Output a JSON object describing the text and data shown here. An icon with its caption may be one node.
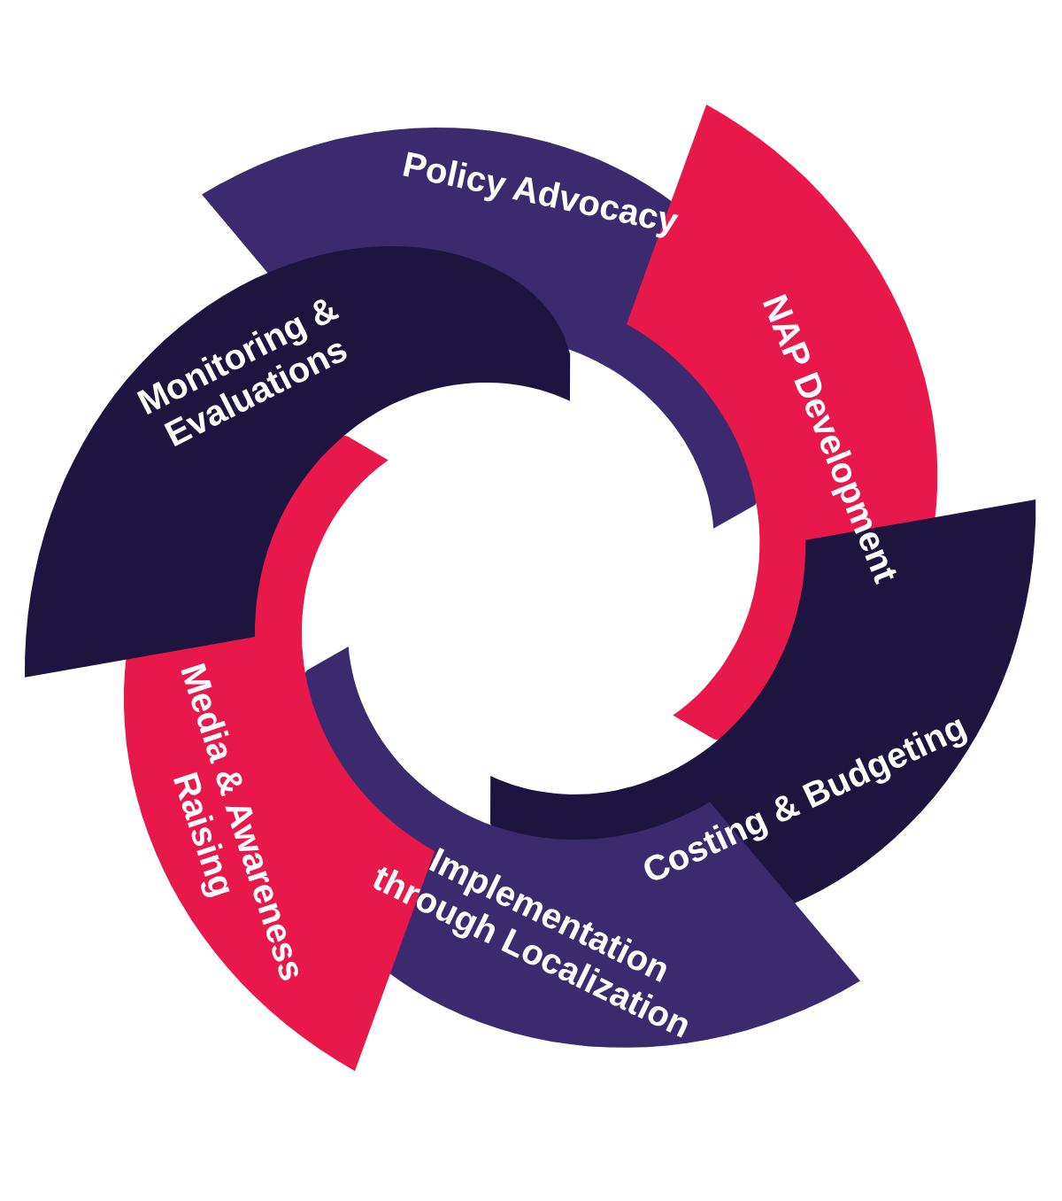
{
  "diagram": {
    "nodes": [
      {
        "text": [
          "Policy Advocacy"
        ]
      },
      {
        "text": [
          "NAP Development"
        ]
      },
      {
        "text": [
          "Costing & Budgeting"
        ]
      },
      {
        "text": [
          "Implementation through Localization"
        ]
      },
      {
        "text": [
          "Media & Awareness Raising"
        ]
      },
      {
        "text": [
          "Monitoring & Evaluations"
        ]
      }
    ]
  }
}
